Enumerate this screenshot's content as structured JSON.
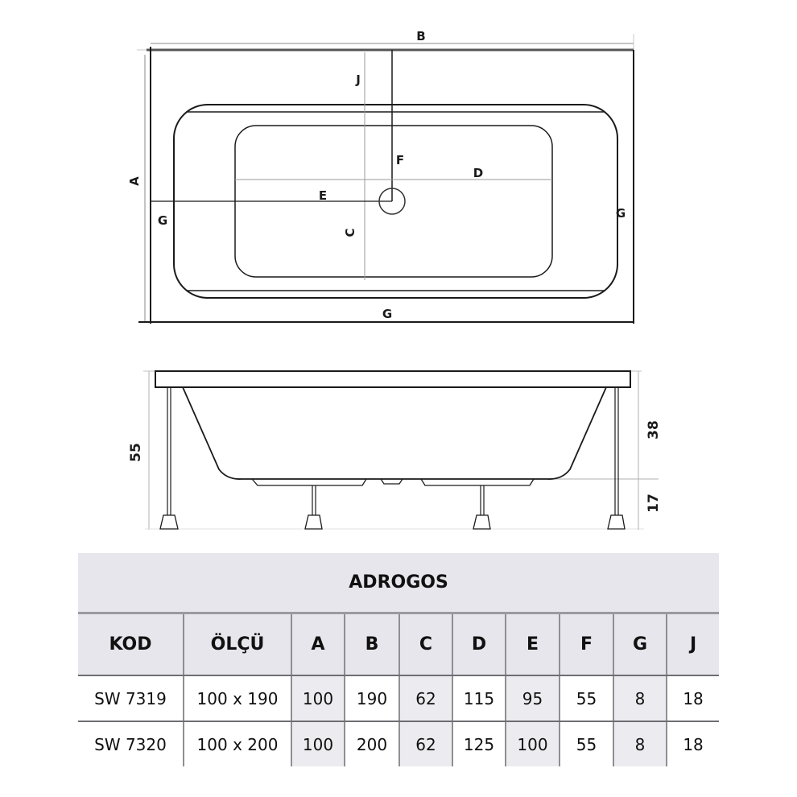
{
  "top_view": {
    "labels": {
      "A": "A",
      "B": "B",
      "C": "C",
      "D": "D",
      "E": "E",
      "F": "F",
      "G_left": "G",
      "G_right": "G",
      "G_bottom": "G",
      "J": "J"
    }
  },
  "side_view": {
    "total_height": "55",
    "upper_height": "38",
    "lower_height": "17"
  },
  "table": {
    "title": "ADROGOS",
    "headers": [
      "KOD",
      "ÖLÇÜ",
      "A",
      "B",
      "C",
      "D",
      "E",
      "F",
      "G",
      "J"
    ],
    "rows": [
      [
        "SW 7319",
        "100 x 190",
        "100",
        "190",
        "62",
        "115",
        "95",
        "55",
        "8",
        "18"
      ],
      [
        "SW 7320",
        "100 x 200",
        "100",
        "200",
        "62",
        "125",
        "100",
        "55",
        "8",
        "18"
      ]
    ]
  },
  "colors": {
    "header_bg": "#e6e6ec",
    "shaded_cell_bg": "#ececf0",
    "line": "#1a1a1a",
    "dim_line": "#a0a0a0"
  }
}
